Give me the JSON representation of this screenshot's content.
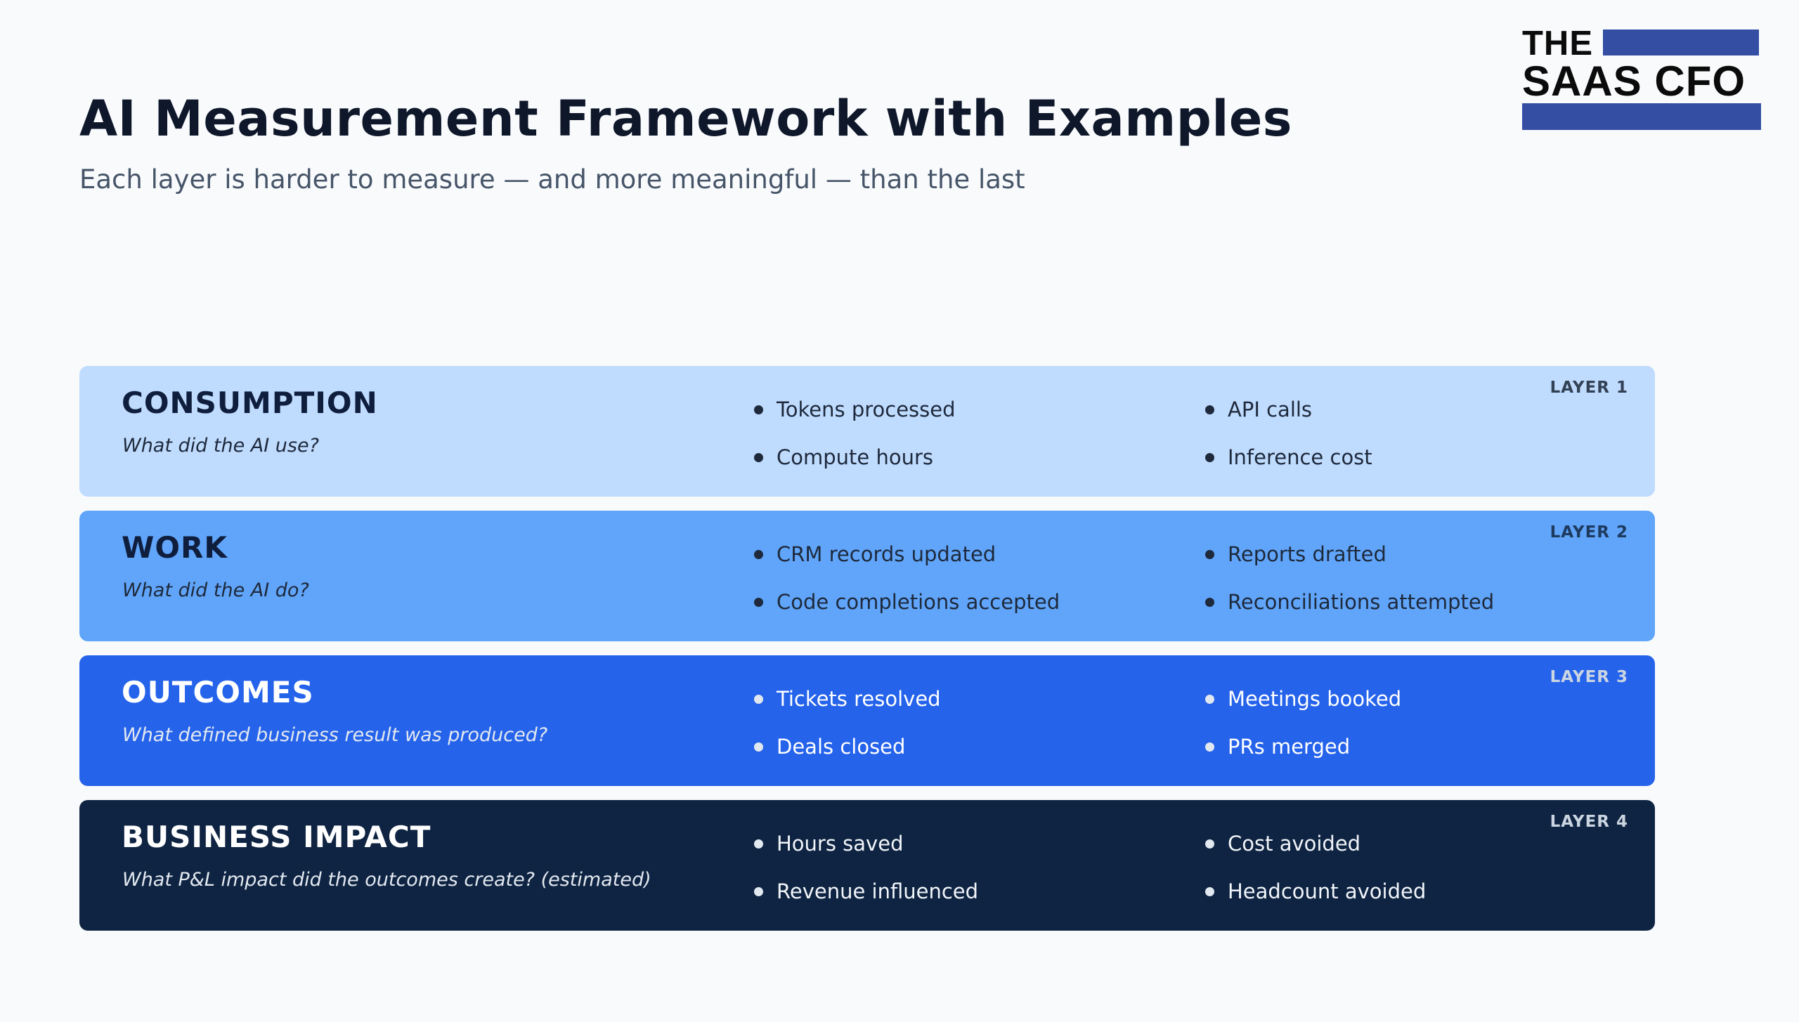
{
  "header": {
    "title": "AI Measurement Framework with Examples",
    "subtitle": "Each layer is harder to measure — and more meaningful — than the last"
  },
  "logo": {
    "line1": "THE",
    "line2": "SAAS CFO",
    "accent_color": "#334ea3"
  },
  "layers": [
    {
      "tag": "LAYER 1",
      "name": "CONSUMPTION",
      "question": "What did the AI use?",
      "color": "#bfdbfe",
      "col1": [
        "Tokens processed",
        "Compute hours"
      ],
      "col2": [
        "API calls",
        "Inference cost"
      ]
    },
    {
      "tag": "LAYER 2",
      "name": "WORK",
      "question": "What did the AI do?",
      "color": "#60a5fa",
      "col1": [
        "CRM records updated",
        "Code completions accepted"
      ],
      "col2": [
        "Reports drafted",
        "Reconciliations attempted"
      ]
    },
    {
      "tag": "LAYER 3",
      "name": "OUTCOMES",
      "question": "What defined business result was produced?",
      "color": "#2563eb",
      "col1": [
        "Tickets resolved",
        "Deals closed"
      ],
      "col2": [
        "Meetings booked",
        "PRs merged"
      ]
    },
    {
      "tag": "LAYER 4",
      "name": "BUSINESS IMPACT",
      "question": "What P&L impact did the outcomes create?  (estimated)",
      "color": "#0f2442",
      "col1": [
        "Hours saved",
        "Revenue influenced"
      ],
      "col2": [
        "Cost avoided",
        "Headcount avoided"
      ]
    }
  ]
}
